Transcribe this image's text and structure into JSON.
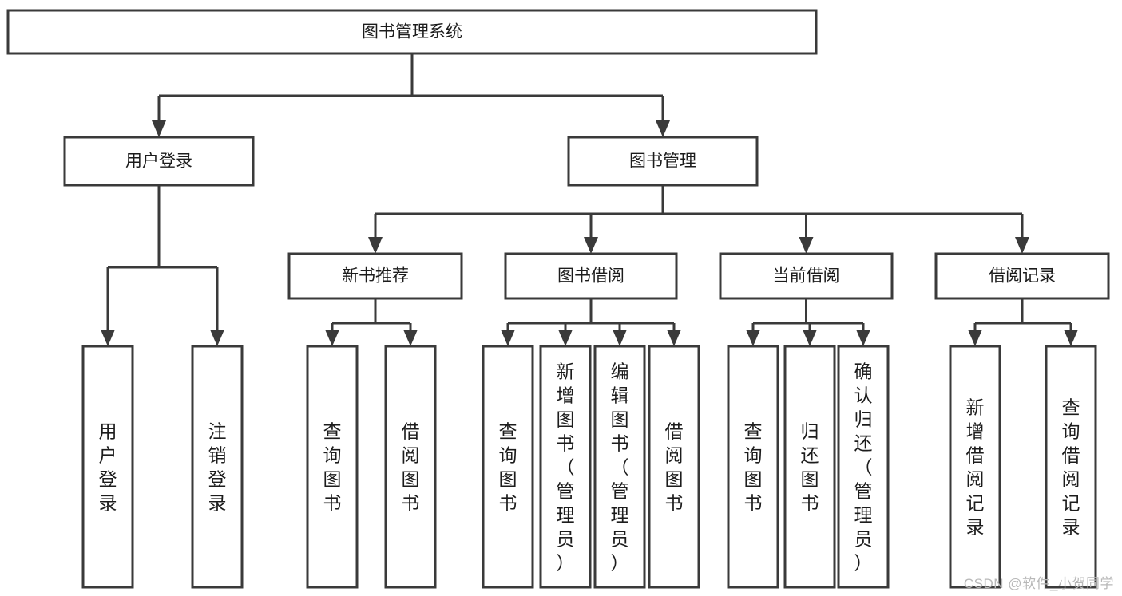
{
  "diagram": {
    "type": "tree-hierarchy-chart",
    "title": "图书管理系统",
    "orientation": "top-down",
    "colors": {
      "box_stroke": "#3a3a3a",
      "box_fill": "#ffffff",
      "connector": "#3a3a3a",
      "text": "#1c1c1c",
      "watermark": "#b8b8b8"
    },
    "root": {
      "id": "root",
      "label": "图书管理系统"
    },
    "level2": [
      {
        "id": "user-login",
        "label": "用户登录"
      },
      {
        "id": "book-management",
        "label": "图书管理"
      }
    ],
    "level3": [
      {
        "id": "new-book-recommend",
        "label": "新书推荐",
        "parent": "book-management"
      },
      {
        "id": "book-borrow",
        "label": "图书借阅",
        "parent": "book-management"
      },
      {
        "id": "current-borrow",
        "label": "当前借阅",
        "parent": "book-management"
      },
      {
        "id": "borrow-record",
        "label": "借阅记录",
        "parent": "book-management"
      }
    ],
    "leaves": {
      "user-login": [
        {
          "id": "leaf-user-login",
          "label": "用户登录"
        },
        {
          "id": "leaf-user-logout",
          "label": "注销登录"
        }
      ],
      "new-book-recommend": [
        {
          "id": "leaf-query-book-1",
          "label": "查询图书"
        },
        {
          "id": "leaf-borrow-book-1",
          "label": "借阅图书"
        }
      ],
      "book-borrow": [
        {
          "id": "leaf-query-book-2",
          "label": "查询图书"
        },
        {
          "id": "leaf-add-book",
          "label": "新增图书（管理员）"
        },
        {
          "id": "leaf-edit-book",
          "label": "编辑图书（管理员）"
        },
        {
          "id": "leaf-borrow-book-2",
          "label": "借阅图书"
        }
      ],
      "current-borrow": [
        {
          "id": "leaf-query-book-3",
          "label": "查询图书"
        },
        {
          "id": "leaf-return-book",
          "label": "归还图书"
        },
        {
          "id": "leaf-confirm-return",
          "label": "确认归还（管理员）"
        }
      ],
      "borrow-record": [
        {
          "id": "leaf-add-record",
          "label": "新增借阅记录"
        },
        {
          "id": "leaf-query-record",
          "label": "查询借阅记录"
        }
      ]
    }
  },
  "watermark": {
    "text": "CSDN @软件_小贺同学"
  }
}
